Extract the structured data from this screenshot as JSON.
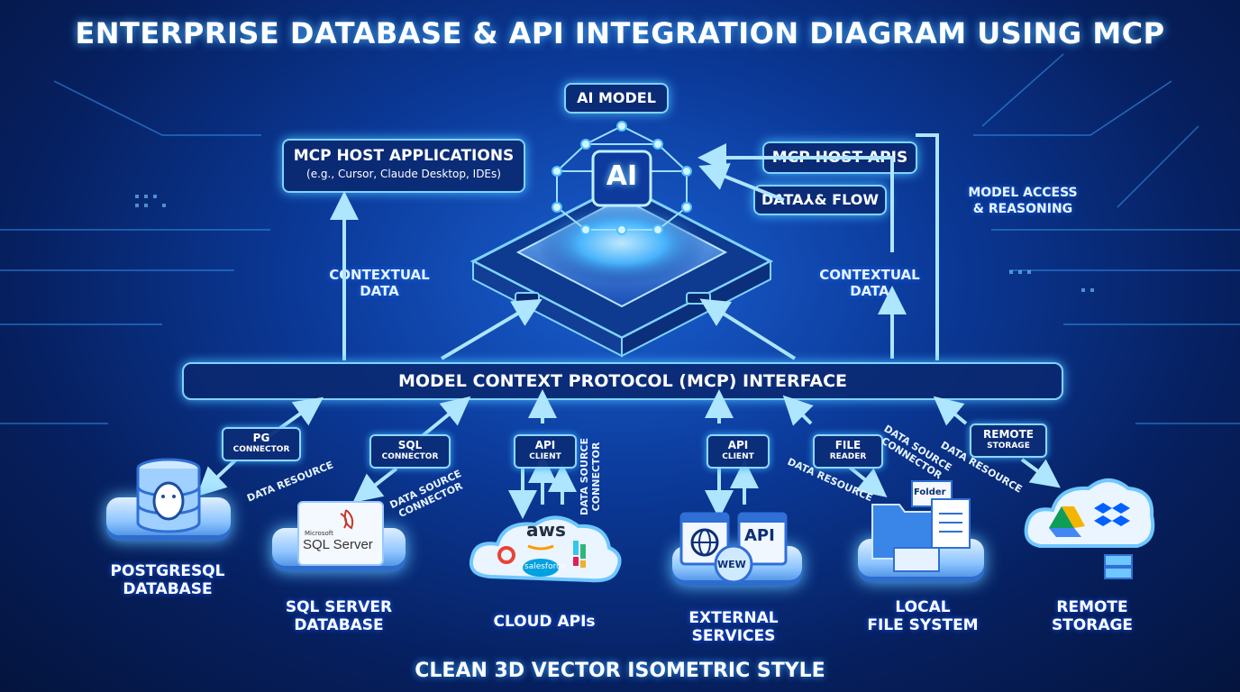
{
  "title": "ENTERPRISE DATABASE & API INTEGRATION DIAGRAM USING MCP",
  "footer": "CLEAN 3D VECTOR ISOMETRIC STYLE",
  "ai_model": {
    "label": "AI MODEL",
    "chip_text": "AI"
  },
  "host_apps": {
    "title": "MCP HOST APPLICATIONS",
    "subtitle": "(e.g., Cursor, Claude Desktop, IDEs)"
  },
  "host_apis": {
    "label": "MCP HOST APIS"
  },
  "data_flow": {
    "label": "DATA⅄& FLOW"
  },
  "model_access": {
    "line1": "MODEL ACCESS",
    "line2": "& REASONING"
  },
  "contextual_left": {
    "line1": "CONTEXTUAL",
    "line2": "DATA"
  },
  "contextual_right": {
    "line1": "CONTEXTUAL",
    "line2": "DATA"
  },
  "mcp_interface": {
    "label": "MODEL CONTEXT PROTOCOL (MCP) INTERFACE"
  },
  "connectors": {
    "pg": {
      "line1": "PG",
      "line2": "CONNECTOR"
    },
    "sql": {
      "line1": "SQL",
      "line2": "CONNECTOR"
    },
    "api_client_1": {
      "line1": "API",
      "line2": "CLIENT"
    },
    "api_client_2": {
      "line1": "API",
      "line2": "CLIENT"
    },
    "file_reader": {
      "line1": "FILE",
      "line2": "READER"
    },
    "remote_storage": {
      "line1": "REMOTE",
      "line2": "STORAGE"
    }
  },
  "flow_labels": {
    "data_resource_1": "DATA RESOURCE",
    "data_source_connector_1": "DATA SOURCE CONNECTOR",
    "data_source_connector_2": "DATA SOURCE CONNECTOR",
    "data_source_connector_3": "DATA SOURCE CONNECTOR",
    "data_resource_2": "DATA RESOURCE",
    "data_resource_3": "DATA RESOURCE"
  },
  "nodes": {
    "postgres": {
      "line1": "POSTGRESQL",
      "line2": "DATABASE"
    },
    "sqlserver": {
      "line1": "SQL SERVER",
      "line2": "DATABASE",
      "logo_small": "Microsoft",
      "logo_big": "SQL Server"
    },
    "cloud": {
      "line1": "CLOUD APIs",
      "logos": [
        "aws",
        "salesforce"
      ]
    },
    "external": {
      "line1": "EXTERNAL",
      "line2": "SERVICES",
      "api_text": "API",
      "web_text": "WEW"
    },
    "localfs": {
      "line1": "LOCAL",
      "line2": "FILE SYSTEM",
      "folder_text": "Folder"
    },
    "remote": {
      "line1": "REMOTE",
      "line2": "STORAGE"
    }
  },
  "colors": {
    "accent": "#7fd4ff",
    "bg_dark": "#04143d",
    "bg_mid": "#0b3a9a",
    "glow": "#46b6ff"
  }
}
